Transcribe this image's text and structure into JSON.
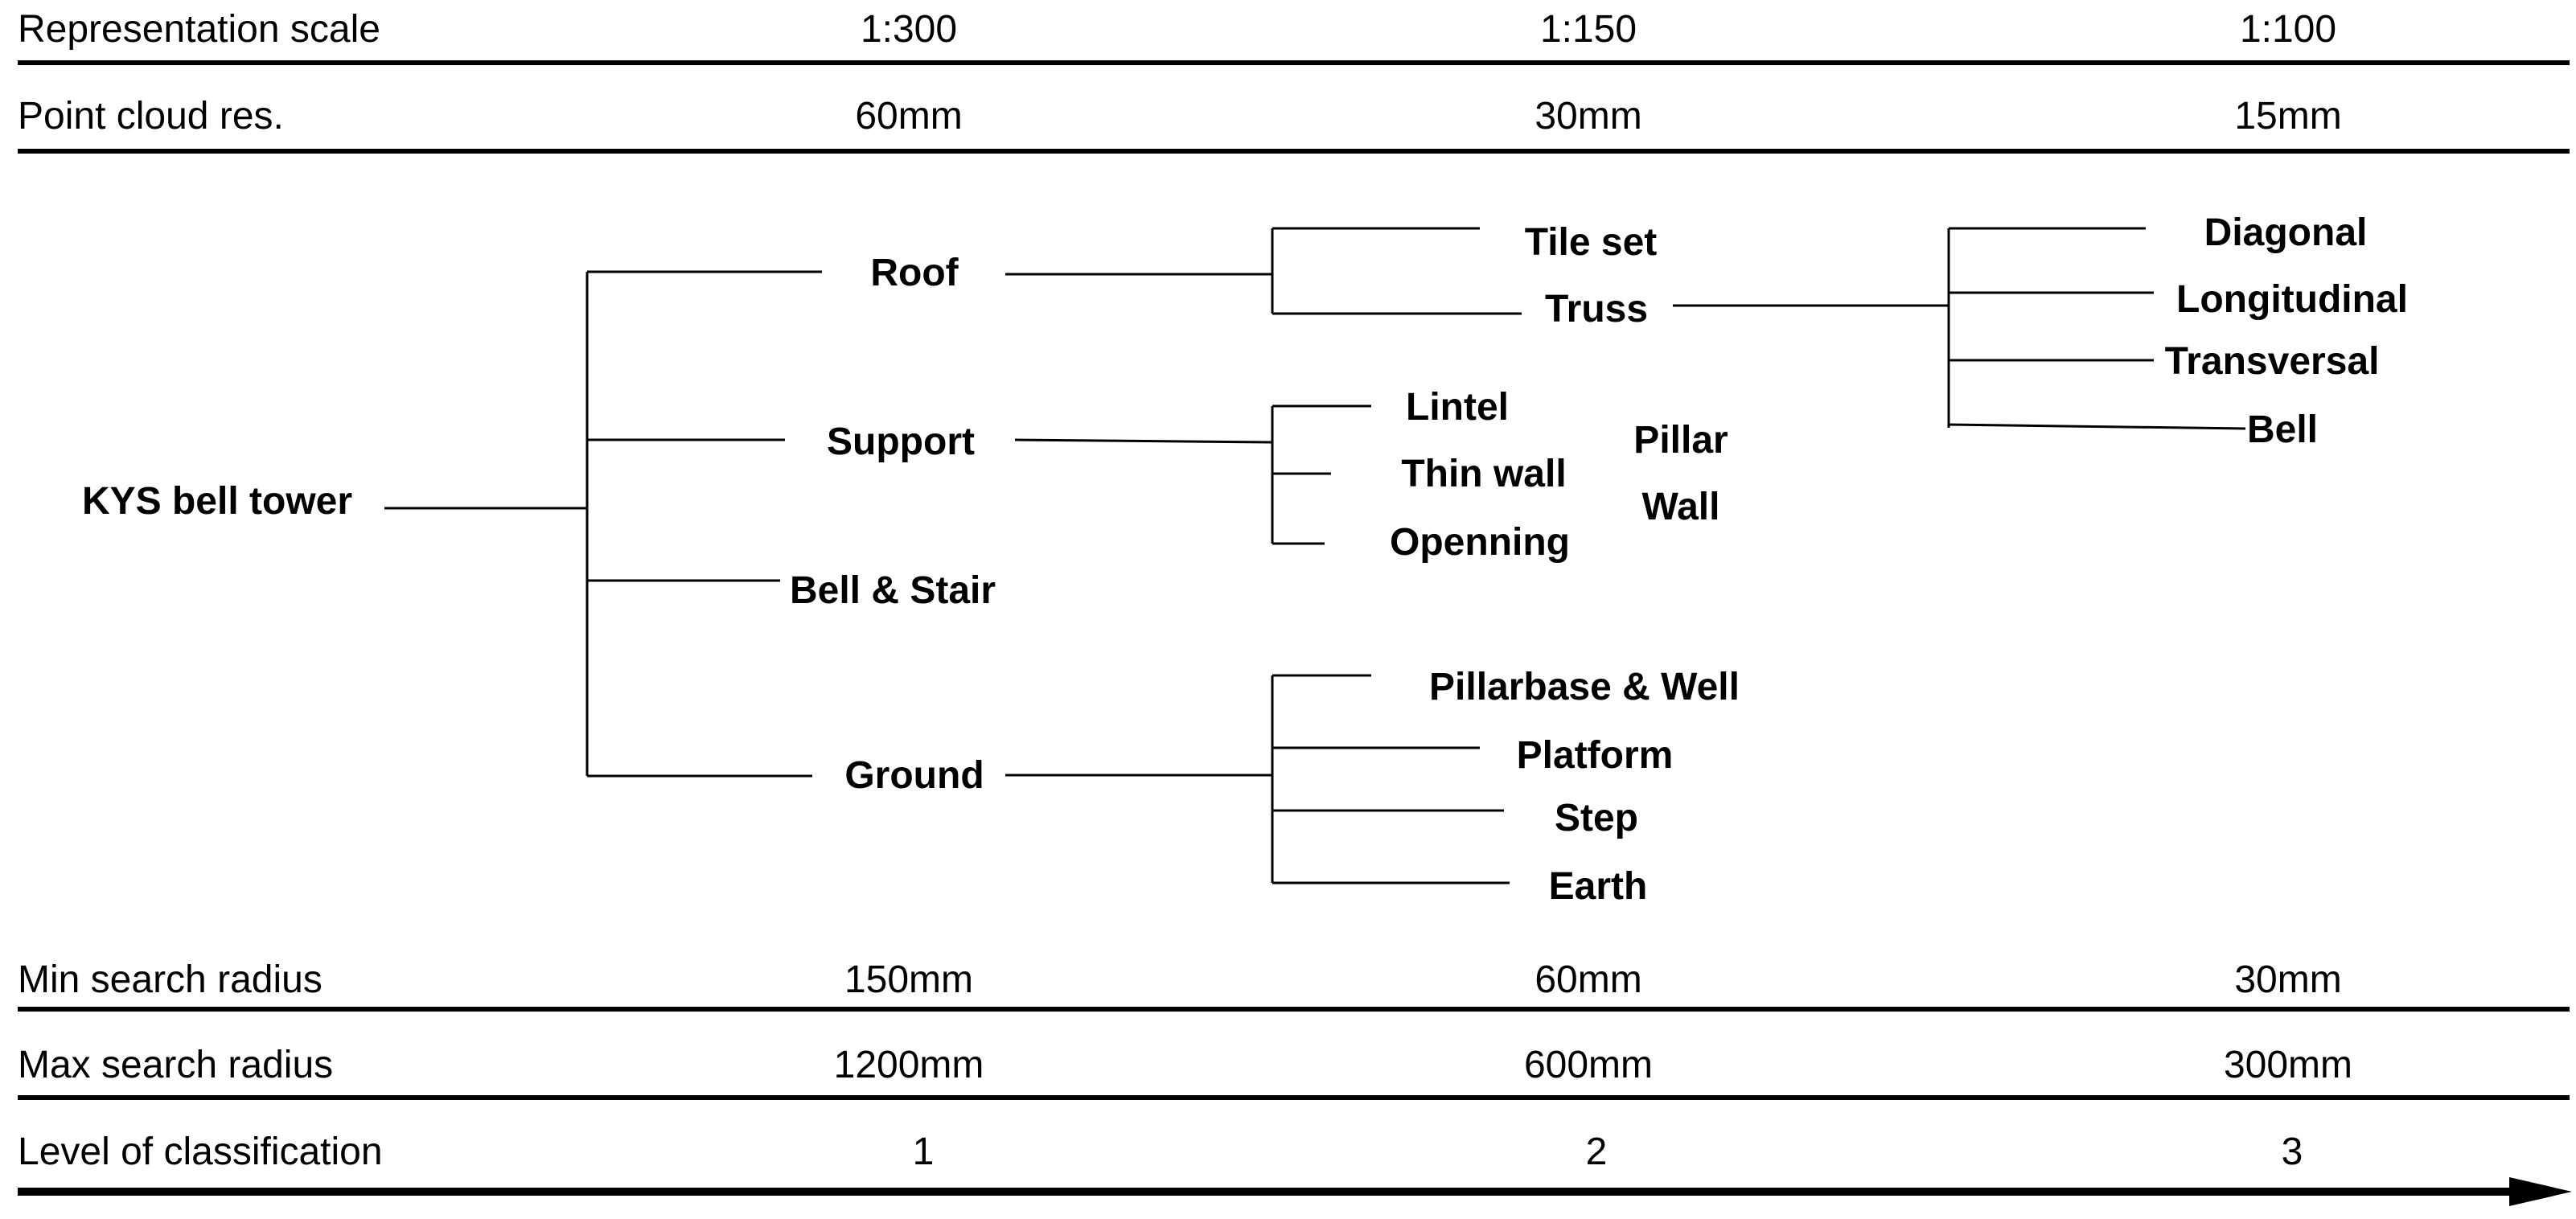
{
  "colors": {
    "ink": "#000000",
    "background": "#ffffff"
  },
  "table_rows": {
    "scale": {
      "label": "Representation scale",
      "values": [
        "1:300",
        "1:150",
        "1:100"
      ]
    },
    "resolution": {
      "label": "Point cloud res.",
      "values": [
        "60mm",
        "30mm",
        "15mm"
      ]
    },
    "min_radius": {
      "label": "Min search radius",
      "values": [
        "150mm",
        "60mm",
        "30mm"
      ]
    },
    "max_radius": {
      "label": "Max search radius",
      "values": [
        "1200mm",
        "600mm",
        "300mm"
      ]
    },
    "level": {
      "label": "Level of classification",
      "values": [
        "1",
        "2",
        "3"
      ]
    }
  },
  "tree": {
    "root": "KYS bell tower",
    "level1": {
      "roof": "Roof",
      "support": "Support",
      "bell_stair": "Bell & Stair",
      "ground": "Ground"
    },
    "roof_children": {
      "tile_set": "Tile set",
      "truss": "Truss"
    },
    "support_children": {
      "lintel": "Lintel",
      "thin_wall": "Thin wall",
      "openning": "Openning"
    },
    "support_groups": {
      "pillar": "Pillar",
      "wall": "Wall"
    },
    "ground_children": {
      "pillarbase_well": "Pillarbase & Well",
      "platform": "Platform",
      "step": "Step",
      "earth": "Earth"
    },
    "truss_children": {
      "diagonal": "Diagonal",
      "longitudinal": "Longitudinal",
      "transversal": "Transversal",
      "bell": "Bell"
    }
  }
}
